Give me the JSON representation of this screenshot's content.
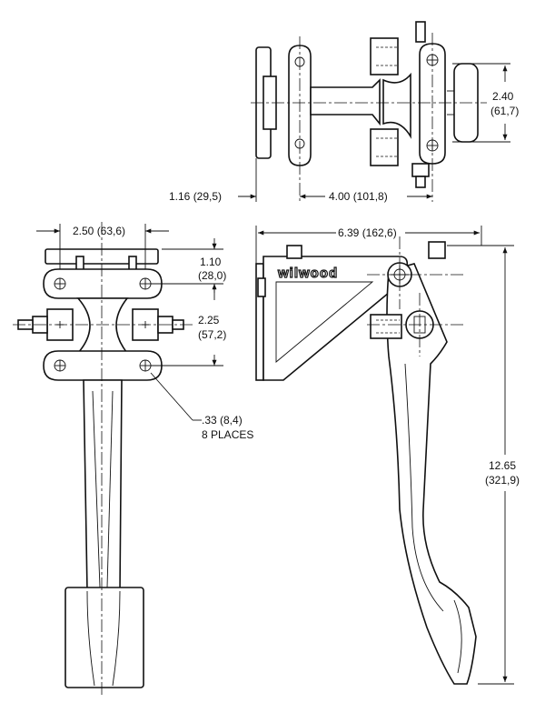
{
  "dimensions": {
    "top_flange_offset": "1.16 (29,5)",
    "top_pivot_span": "4.00 (101,8)",
    "top_height_value": "2.40",
    "top_height_metric": "(61,7)",
    "front_width": "2.50 (63,6)",
    "front_upper_value": "1.10",
    "front_upper_metric": "(28,0)",
    "front_lower_value": "2.25",
    "front_lower_metric": "(57,2)",
    "hole_size": ".33 (8,4)",
    "hole_count": "8 PLACES",
    "side_width": "6.39 (162,6)",
    "side_height_value": "12.65",
    "side_height_metric": "(321,9)"
  },
  "logo_text": "wilwood"
}
